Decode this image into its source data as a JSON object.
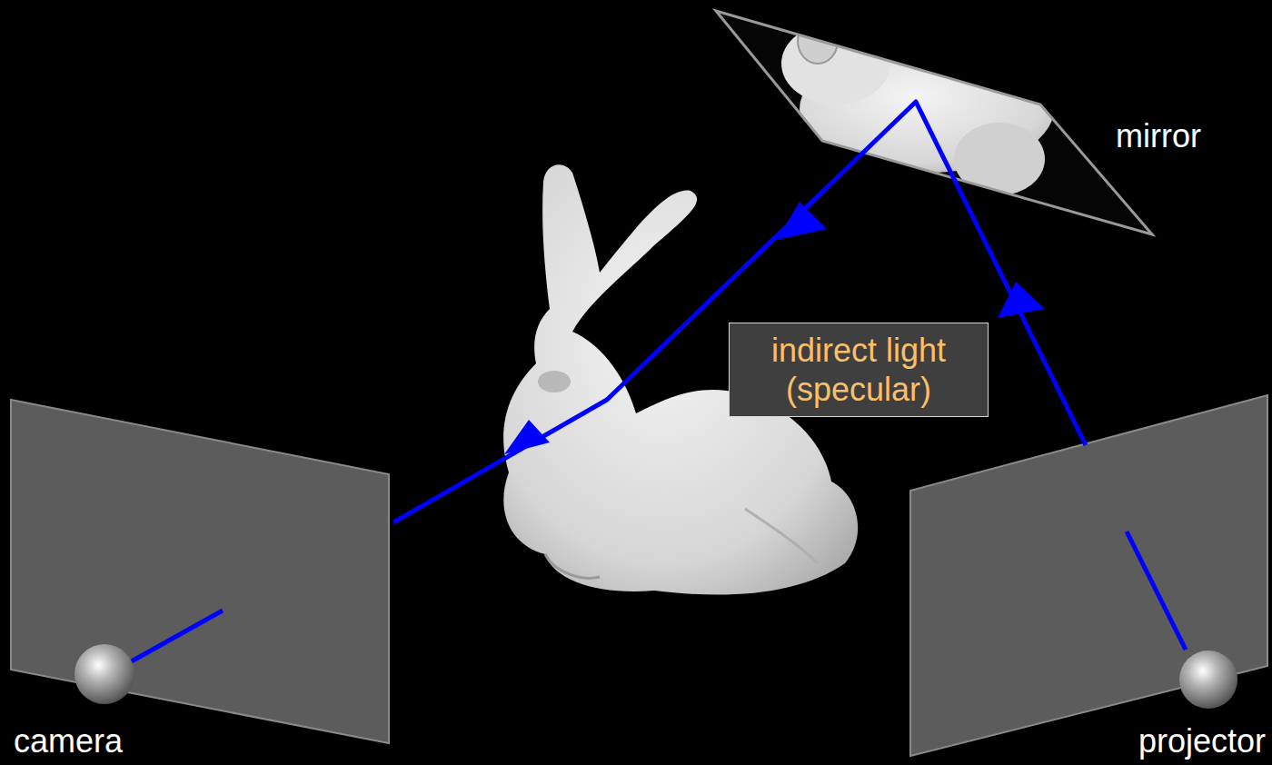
{
  "diagram": {
    "nodes": [
      {
        "text": [
          "indirect light (specular)"
        ]
      }
    ],
    "labels": [
      "mirror",
      "camera",
      "projector"
    ]
  }
}
